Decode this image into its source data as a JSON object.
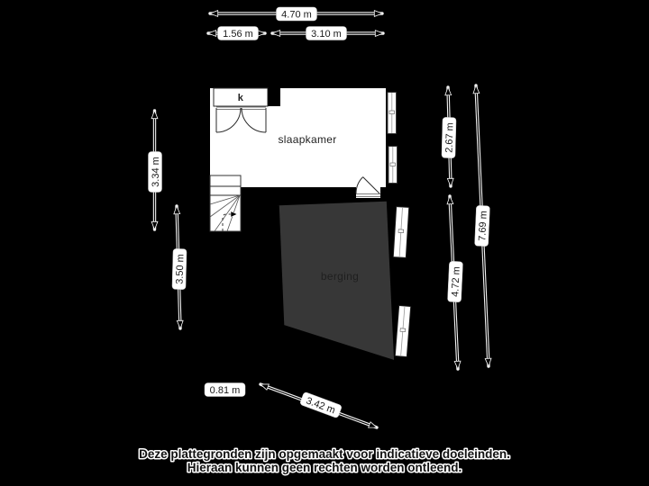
{
  "plan": {
    "rooms": {
      "bedroom_label": "slaapkamer",
      "storage_label": "berging",
      "closet_label": "k"
    },
    "dimensions": {
      "total_width": "4.70 m",
      "closet_width": "1.56 m",
      "bedroom_width": "3.10 m",
      "left_upper_height": "3.34 m",
      "left_lower_height": "3.50 m",
      "right_upper_height": "2.67 m",
      "right_total_height": "7.69 m",
      "right_lower_height": "4.72 m",
      "bottom_left_width": "0.81 m",
      "bottom_width": "3.42 m"
    }
  },
  "disclaimer": {
    "line1": "Deze plattegronden zijn opgemaakt voor indicatieve doeleinden.",
    "line2": "Hieraan kunnen geen rechten worden ontleend."
  },
  "colors": {
    "background": "#000000",
    "room_fill": "#ffffff",
    "storage_fill": "#373737",
    "wall": "#000000",
    "label_chip": "#ffffff",
    "label_chip_text": "#1a1a1a"
  }
}
